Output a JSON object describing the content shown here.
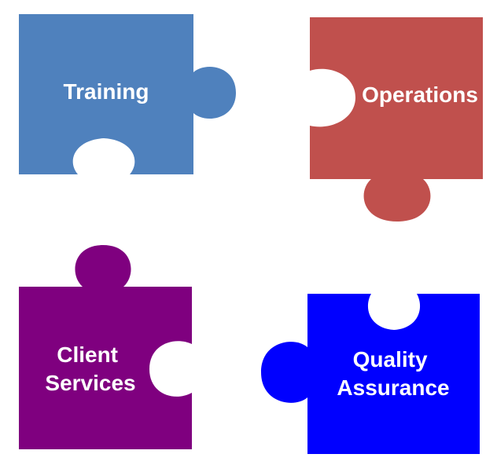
{
  "diagram": {
    "pieces": [
      {
        "id": "training",
        "label_lines": [
          "Training"
        ],
        "color": "#4F81BD"
      },
      {
        "id": "operations",
        "label_lines": [
          "Operations"
        ],
        "color": "#C0504D"
      },
      {
        "id": "client",
        "label_lines": [
          "Client",
          "Services"
        ],
        "color": "#7F007F"
      },
      {
        "id": "quality",
        "label_lines": [
          "Quality",
          "Assurance"
        ],
        "color": "#0000FF"
      }
    ]
  }
}
